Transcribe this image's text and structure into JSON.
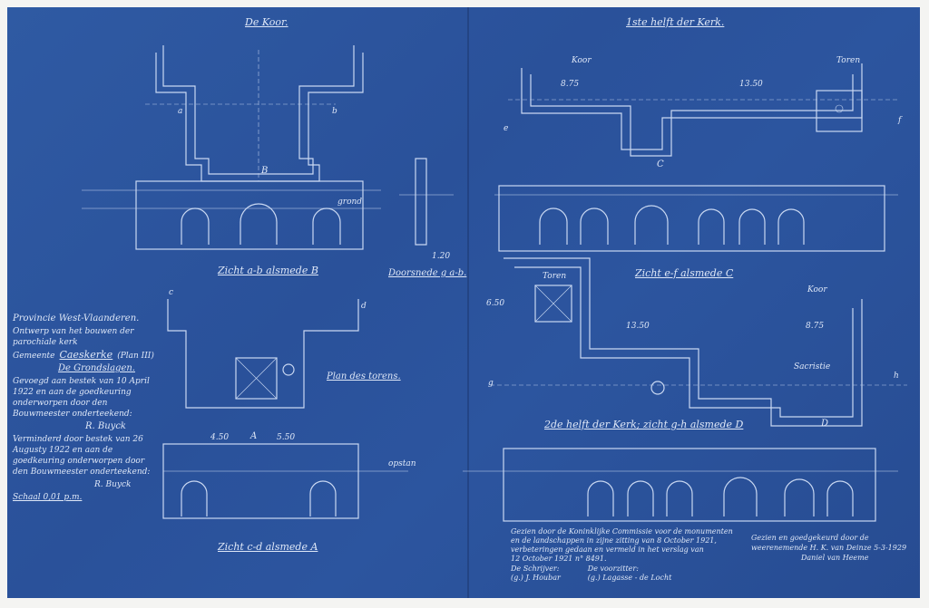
{
  "drawing": {
    "title_koor": "De Koor.",
    "title_kerk_1": "1ste helft der Kerk.",
    "view_ab": "Zicht a-b alsmede B",
    "section_ab": "Doorsnede g a-b.",
    "view_ef": "Zicht e-f alsmede C",
    "plan_toren": "Plan des torens.",
    "title_kerk_2": "2de helft der Kerk; zicht g-h alsmede D",
    "view_cd": "Zicht c-d alsmede A",
    "label_koor": "Koor",
    "label_toren": "Toren",
    "label_toren2": "Toren",
    "label_koor2": "Koor",
    "label_sacristie": "Sacristie",
    "label_grond": "grond",
    "label_opstan": "opstan",
    "letters": [
      "B",
      "C",
      "A",
      "D",
      "a",
      "b",
      "c",
      "d",
      "e",
      "f",
      "g",
      "h"
    ],
    "dims": [
      "8.75",
      "13.50",
      "13.50",
      "8.75",
      "6.50",
      "5.50",
      "4.50",
      "1.20"
    ]
  },
  "title_block": {
    "province": "Provincie West-Vlaanderen.",
    "project_line1": "Ontwerp van het bouwen der parochiale kerk",
    "project_line2": "Gemeente",
    "municipality": "Caeskerke",
    "plan_no": "(Plan III)",
    "subject": "De Grondslagen.",
    "note1": "Gevoegd aan bestek van 10 April 1922 en aan de goedkeuring onderworpen door den Bouwmeester onderteekend:",
    "signature1": "R. Buyck",
    "note2": "Verminderd door bestek van 26 Augusty 1922 en aan de goedkeuring onderworpen door den Bouwmeester onderteekend:",
    "signature2": "R. Buyck",
    "scale": "Schaal 0,01 p.m."
  },
  "approval": {
    "line1": "Gezien door de Koninklijke Commissie voor de monumenten",
    "line2": "en de landschappen in zijne zitting van 8 October 1921,",
    "line3": "verbeteringen gedaan en vermeld in het verslag van",
    "line4": "12 October 1921 n° 8491.",
    "secretary_label": "De Schrijver:",
    "secretary_name": "(g.) J. Houbar",
    "president_label": "De voorzitter:",
    "president_name": "(g.) Lagasse - de Locht",
    "right_line1": "Gezien en goedgekeurd door de",
    "right_line2": "weerenemende H. K. van Deinze 5-3-1929",
    "right_signature": "Daniel van Heeme"
  },
  "colors": {
    "paper": "#2c559f",
    "ink": "#c9d8f2",
    "margin": "#f4f4f2"
  }
}
